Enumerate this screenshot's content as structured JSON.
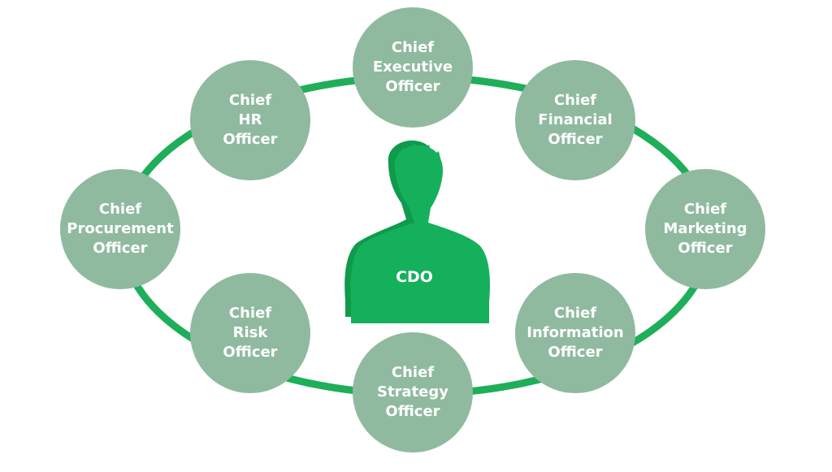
{
  "center": {
    "label": "CDO"
  },
  "roles": [
    {
      "id": "ceo",
      "lines": [
        "Chief",
        "Executive",
        "Officer"
      ]
    },
    {
      "id": "cfo",
      "lines": [
        "Chief",
        "Financial",
        "Officer"
      ]
    },
    {
      "id": "cmo",
      "lines": [
        "Chief",
        "Marketing",
        "Officer"
      ]
    },
    {
      "id": "cio",
      "lines": [
        "Chief",
        "Information",
        "Officer"
      ]
    },
    {
      "id": "cso",
      "lines": [
        "Chief",
        "Strategy",
        "Officer"
      ]
    },
    {
      "id": "cro",
      "lines": [
        "Chief",
        "Risk",
        "Officer"
      ]
    },
    {
      "id": "cpo",
      "lines": [
        "Chief",
        "Procurement",
        "Officer"
      ]
    },
    {
      "id": "chro",
      "lines": [
        "Chief",
        "HR",
        "Officer"
      ]
    }
  ],
  "colors": {
    "ring": "#1fae5a",
    "node": "#8fbaa0",
    "person_front": "#15b05c",
    "person_back": "#0f9a4c",
    "text": "#ffffff"
  }
}
